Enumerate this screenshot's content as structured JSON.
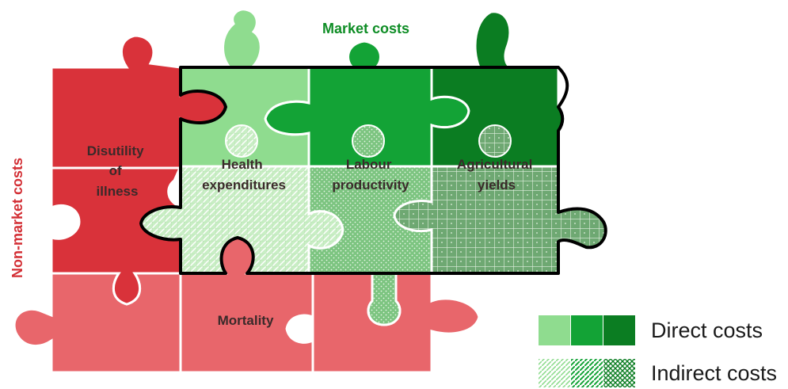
{
  "header": {
    "market_label": "Market costs"
  },
  "side": {
    "non_market_label": "Non-market costs"
  },
  "pieces": {
    "disutility": [
      "Disutility",
      "of",
      "illness"
    ],
    "health": [
      "Health",
      "expenditures"
    ],
    "labour": [
      "Labour",
      "productivity"
    ],
    "agricultural": [
      "Agricultural",
      "yields"
    ],
    "mortality": "Mortality"
  },
  "legend": {
    "direct_label": "Direct costs",
    "indirect_label": "Indirect costs"
  },
  "colors": {
    "red_dark": "#d9323a",
    "red_light": "#e8666b",
    "green_light": "#8fdc8f",
    "green_mid": "#13a336",
    "green_dark": "#0b7d22",
    "green_light_indirect": "#c9eec5",
    "green_mid_indirect": "#6fbf74",
    "green_dark_indirect": "#5f9f63",
    "market_text": "#0e8d25",
    "non_market_text": "#d32f35"
  }
}
